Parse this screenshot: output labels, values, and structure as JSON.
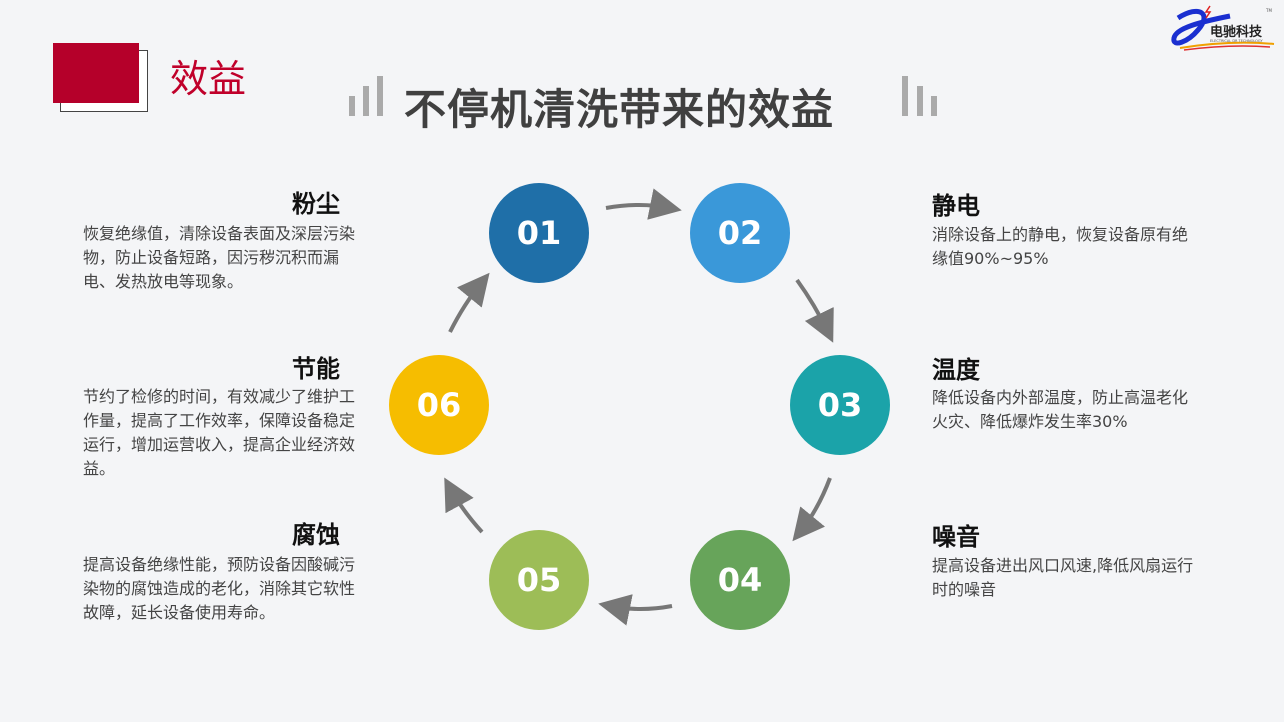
{
  "section_title": "效益",
  "main_title": "不停机清洗带来的效益",
  "logo": {
    "text": "电驰科技",
    "subtext": "ELECTRICAL DR TECHNOLOGY",
    "tm": "TM"
  },
  "steps": [
    {
      "num": "01",
      "title": "粉尘",
      "desc": "恢复绝缘值，清除设备表面及深层污染物，防止设备短路，因污秽沉积而漏电、发热放电等现象。",
      "color": "#1f6fa8"
    },
    {
      "num": "02",
      "title": "静电",
      "desc": "消除设备上的静电，恢复设备原有绝缘值90%~95%",
      "color": "#3a98d9"
    },
    {
      "num": "03",
      "title": "温度",
      "desc": "降低设备内外部温度，防止高温老化火灾、降低爆炸发生率30%",
      "color": "#1ba3a9"
    },
    {
      "num": "04",
      "title": "噪音",
      "desc": "提高设备进出风口风速,降低风扇运行时的噪音",
      "color": "#67a45a"
    },
    {
      "num": "05",
      "title": "腐蚀",
      "desc": "提高设备绝缘性能，预防设备因酸碱污染物的腐蚀造成的老化，消除其它软性故障，延长设备使用寿命。",
      "color": "#9dbd57"
    },
    {
      "num": "06",
      "title": "节能",
      "desc": "节约了检修的时间，有效减少了维护工作量，提高了工作效率，保障设备稳定运行，增加运营收入，提高企业经济效益。",
      "color": "#f6bd00"
    }
  ]
}
